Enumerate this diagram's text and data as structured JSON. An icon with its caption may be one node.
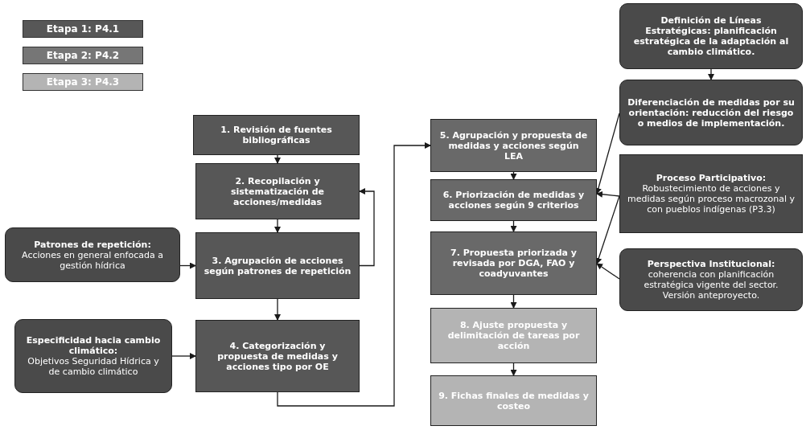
{
  "diagram": {
    "nodes": [
      {
        "text": [
          "1. Revisión de fuentes bibliográficas"
        ]
      },
      {
        "text": [
          "2. Recopilación y sistematización de acciones/medidas"
        ]
      },
      {
        "text": [
          "Patrones de repetición:",
          "Acciones en general enfocada a gestión hídrica"
        ]
      },
      {
        "text": [
          "3. Agrupación de acciones según patrones de repetición"
        ]
      },
      {
        "text": [
          "Especificidad hacia cambio climático:",
          "Objetivos Seguridad Hídrica y de cambio climático"
        ]
      },
      {
        "text": [
          "4. Categorización y propuesta de medidas y acciones tipo por OE"
        ]
      },
      {
        "text": [
          "5. Agrupación y propuesta de medidas y acciones según LEA"
        ]
      },
      {
        "text": [
          "6. Priorización de medidas y acciones según 9 criterios"
        ]
      },
      {
        "text": [
          "7. Propuesta priorizada y revisada por DGA, FAO y coadyuvantes"
        ]
      },
      {
        "text": [
          "8. Ajuste propuesta y delimitación de tareas por acción"
        ]
      },
      {
        "text": [
          "9. Fichas finales de medidas y costeo"
        ]
      },
      {
        "text": [
          "**Definición de Líneas Estratégicas:** planificación estratégica de la adaptación al cambio climático."
        ]
      },
      {
        "text": [
          "**Diferenciación de medidas por su orientación:** reducción del riesgo o medios de implementación."
        ]
      },
      {
        "text": [
          "Proceso Participativo:",
          "Robustecimiento de acciones y medidas según proceso macrozonal y con pueblos indígenas (P3.3)"
        ]
      },
      {
        "text": [
          "Perspectiva Institucional:",
          "coherencia con planificación estratégica vigente del sector. Versión anteproyecto."
        ]
      }
    ],
    "edges": [
      {
        "from": 0,
        "to": 1,
        "arrow": "to"
      },
      {
        "from": 1,
        "to": 3,
        "arrow": "to"
      },
      {
        "from": 3,
        "to": 1,
        "arrow": "to"
      },
      {
        "from": 3,
        "to": 5,
        "arrow": "to"
      },
      {
        "from": 2,
        "to": 3,
        "arrow": "to"
      },
      {
        "from": 4,
        "to": 5,
        "arrow": "to"
      },
      {
        "from": 5,
        "to": 6,
        "arrow": "to"
      },
      {
        "from": 6,
        "to": 7,
        "arrow": "to"
      },
      {
        "from": 7,
        "to": 8,
        "arrow": "to"
      },
      {
        "from": 8,
        "to": 9,
        "arrow": "to"
      },
      {
        "from": 9,
        "to": 10,
        "arrow": "to"
      },
      {
        "from": 11,
        "to": 12,
        "arrow": "to"
      },
      {
        "from": 12,
        "to": 7,
        "arrow": "to"
      },
      {
        "from": 13,
        "to": 7,
        "arrow": "to"
      },
      {
        "from": 13,
        "to": 8,
        "arrow": "to"
      },
      {
        "from": 14,
        "to": 8,
        "arrow": "to"
      }
    ],
    "legend": [
      {
        "text": "Etapa 1: P4.1",
        "color": "#575757"
      },
      {
        "text": "Etapa 2: P4.2",
        "color": "#767676"
      },
      {
        "text": "Etapa 3: P4.3",
        "color": "#b4b4b4"
      }
    ]
  }
}
